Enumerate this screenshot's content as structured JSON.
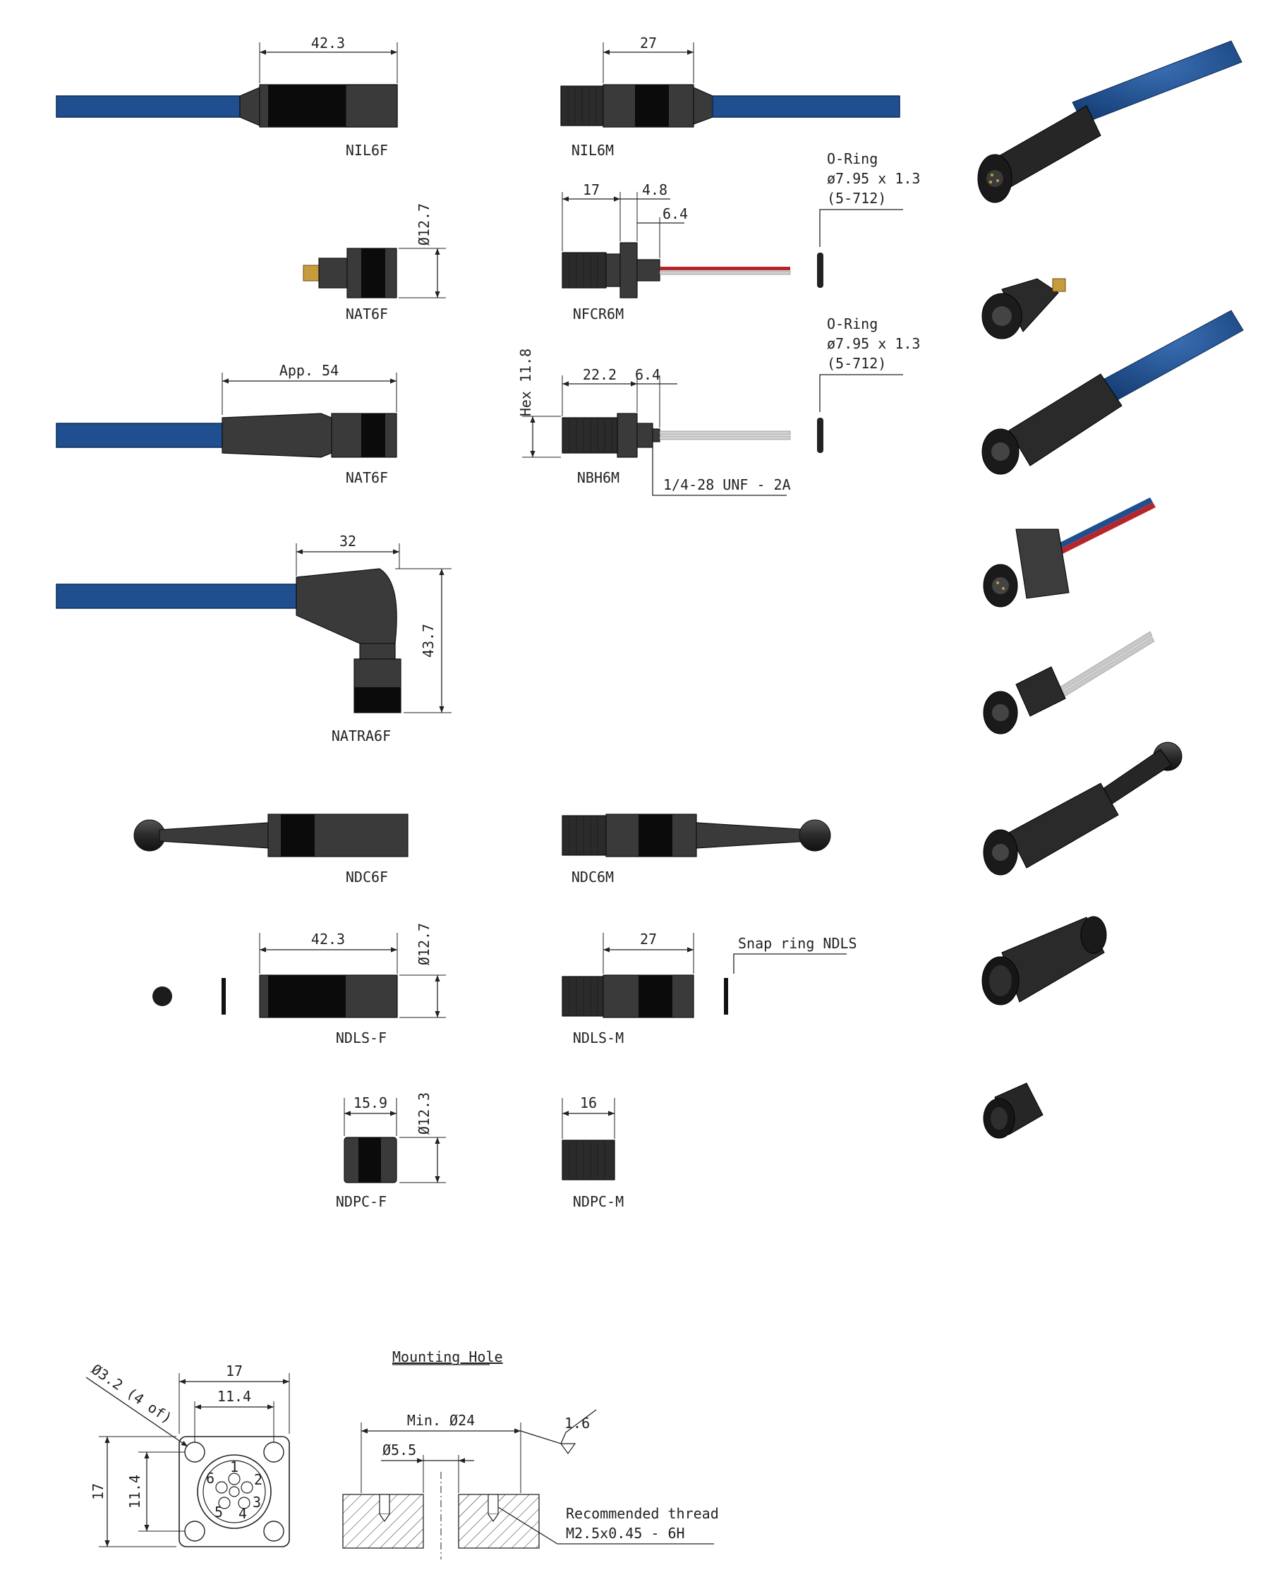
{
  "parts": {
    "nil6f": "NIL6F",
    "nil6m": "NIL6M",
    "nat6f_small": "NAT6F",
    "nfcr6m": "NFCR6M",
    "nat6f_cable": "NAT6F",
    "nbh6m": "NBH6M",
    "natra6f": "NATRA6F",
    "ndc6f": "NDC6F",
    "ndc6m": "NDC6M",
    "ndls_f": "NDLS-F",
    "ndls_m": "NDLS-M",
    "ndpc_f": "NDPC-F",
    "ndpc_m": "NDPC-M"
  },
  "dimensions": {
    "nil6f_len": "42.3",
    "nil6m_len": "27",
    "nat6f_dia": "Ø12.7",
    "nfcr6m_a": "17",
    "nfcr6m_b": "4.8",
    "nfcr6m_c": "6.4",
    "nat6f_cable_len": "App. 54",
    "nbh6m_hex": "Hex 11.8",
    "nbh6m_a": "22.2",
    "nbh6m_b": "6.4",
    "nbh6m_thread": "1/4-28 UNF - 2A",
    "natra6f_w": "32",
    "natra6f_h": "43.7",
    "ndls_f_len": "42.3",
    "ndls_f_dia": "Ø12.7",
    "ndls_m_len": "27",
    "ndpc_f_len": "15.9",
    "ndpc_f_dia": "Ø12.3",
    "ndpc_m_len": "16",
    "flange_w": "17",
    "flange_inner": "11.4",
    "flange_h": "17",
    "flange_inner_h": "11.4",
    "flange_holes": "Ø3.2 (4 of)",
    "hole_min": "Min. Ø24",
    "hole_dia": "Ø5.5",
    "surface": "1.6"
  },
  "notes": {
    "oring1_title": "O-Ring",
    "oring1_size": "ø7.95 x 1.3",
    "oring1_code": "(5-712)",
    "oring2_title": "O-Ring",
    "oring2_size": "ø7.95 x 1.3",
    "oring2_code": "(5-712)",
    "snap_ring": "Snap ring NDLS",
    "mounting_hole": "Mounting Hole",
    "rec_thread_1": "Recommended thread",
    "rec_thread_2": "M2.5x0.45 - 6H"
  },
  "pins": [
    "1",
    "2",
    "3",
    "4",
    "5",
    "6"
  ],
  "colors": {
    "cable": "#1f4f8f",
    "connector": "#3a3a3a",
    "band": "#0b0b0b"
  }
}
